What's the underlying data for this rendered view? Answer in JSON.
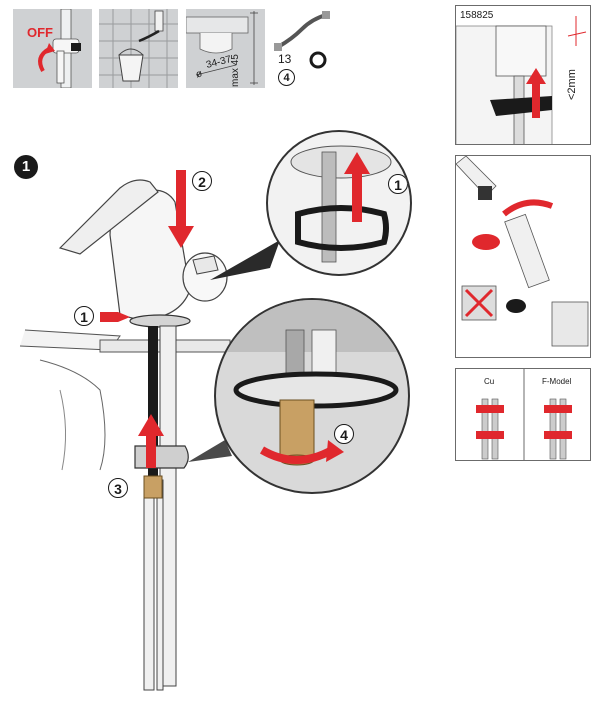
{
  "thumbs": {
    "off_label": "OFF",
    "dia_prefix": "ø",
    "dia_range": "34-37",
    "max_label": "max 45",
    "hose_size": "13",
    "hose_step": "4"
  },
  "step": {
    "number": "1",
    "callouts": [
      "2",
      "1",
      "3",
      "1",
      "4"
    ]
  },
  "right": {
    "model_number": "158825",
    "gap_label": "<2mm",
    "hose_cu": "Cu",
    "hose_fmodel": "F-Model"
  },
  "colors": {
    "red": "#e0282d",
    "dark": "#1a1a1a",
    "brass": "#c8a064",
    "grey_panel": "#cfd1d3"
  }
}
